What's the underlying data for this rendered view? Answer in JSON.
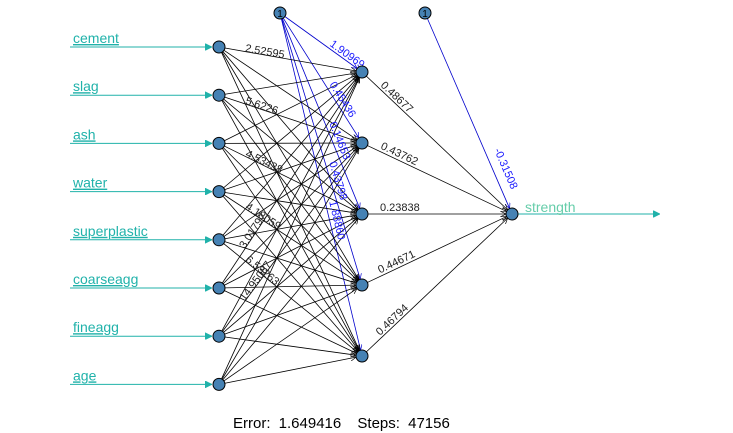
{
  "inputs": [
    "cement",
    "slag",
    "ash",
    "water",
    "superplastic",
    "coarseagg",
    "fineagg",
    "age"
  ],
  "output": "strength",
  "bias_label": "1",
  "hidden_count": 5,
  "first_layer_weights": [
    "2.52595",
    "5.6226",
    "4.53438",
    "4.18059",
    "6.53263",
    "3.01797",
    "14.95087"
  ],
  "second_layer_weights": [
    "0.48677",
    "0.43762",
    "0.23838",
    "0.44671",
    "0.46794"
  ],
  "hidden_bias_weights": [
    "1.90969",
    "0.45436",
    "0.14653",
    "0.43798",
    "1.88860"
  ],
  "output_bias_weight": "-0.31508",
  "footer": {
    "error_label": "Error:",
    "error_value": "1.649416",
    "steps_label": "Steps:",
    "steps_value": "47156"
  },
  "colors": {
    "input_line": "#20b2aa",
    "bias_line": "#0000cc",
    "weight_line": "#000000",
    "node_fill": "#4682b4"
  }
}
